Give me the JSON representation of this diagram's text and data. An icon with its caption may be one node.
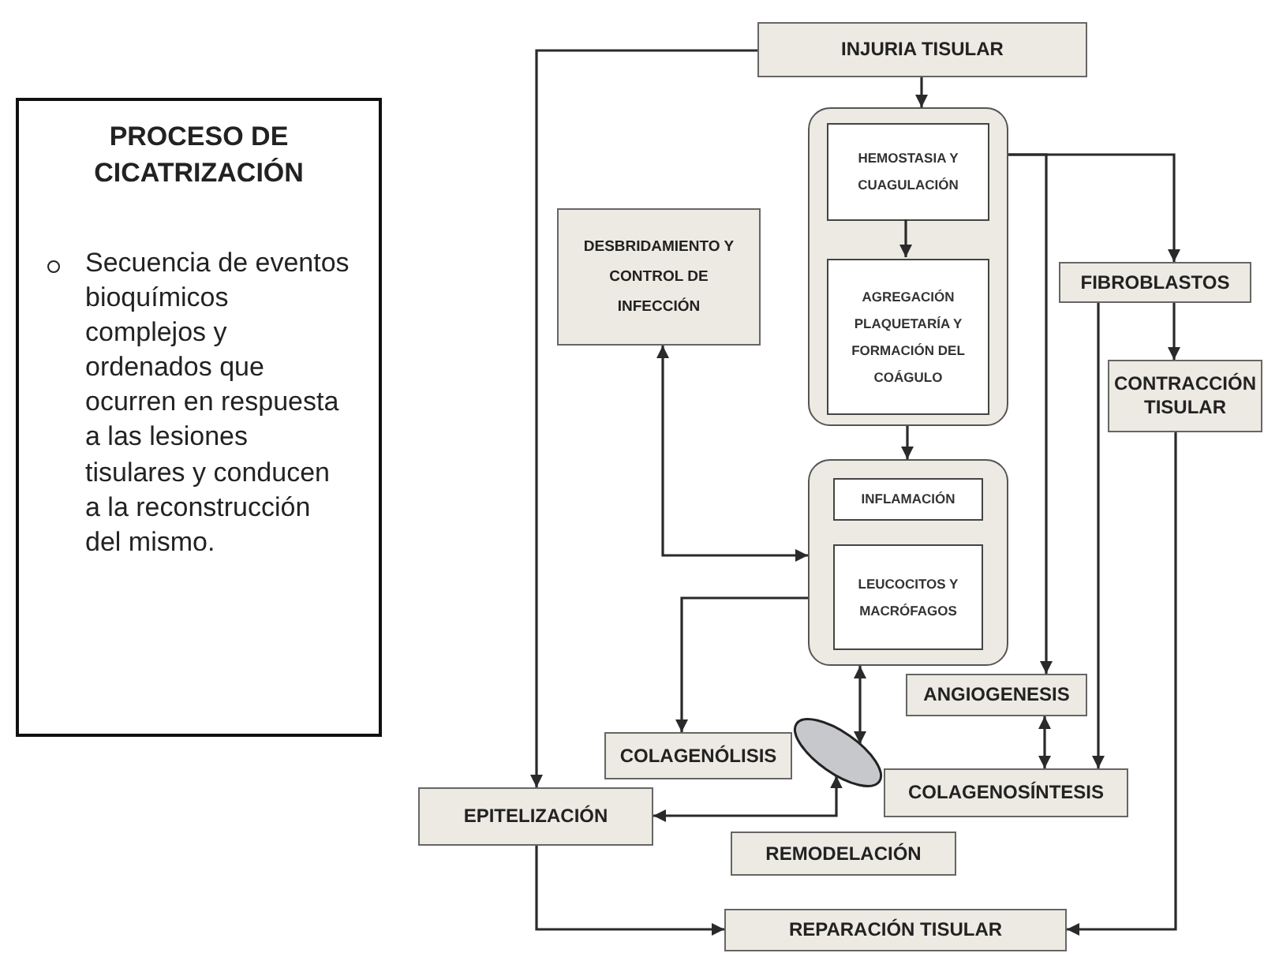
{
  "diagram": {
    "nodes": [
      {
        "text": [
          "PROCESO DE CICATRIZACIÓN",
          "Secuencia de eventos bioquímicos complejos y ordenados que ocurren en respuesta a las lesiones tisulares y conducen a la reconstrucción del mismo."
        ]
      },
      {
        "text": [
          "INJURIA TISULAR"
        ]
      },
      {
        "text": [],
        "shape": "box"
      },
      {
        "text": [
          "HEMOSTASIA Y CUAGULACIÓN"
        ],
        "in": 2
      },
      {
        "text": [
          "AGREGACIÓN PLAQUETARÍA Y FORMACIÓN DEL COÁGULO"
        ],
        "in": 2
      },
      {
        "text": [
          "DESBRIDAMIENTO Y CONTROL DE INFECCIÓN"
        ]
      },
      {
        "text": [
          "FIBROBLASTOS"
        ]
      },
      {
        "text": [
          "CONTRACCIÓN TISULAR"
        ]
      },
      {
        "text": [],
        "shape": "box"
      },
      {
        "text": [
          "INFLAMACIÓN"
        ],
        "in": 8
      },
      {
        "text": [
          "LEUCOCITOS Y MACRÓFAGOS"
        ],
        "in": 8
      },
      {
        "text": [
          "ANGIOGENESIS"
        ]
      },
      {
        "text": [],
        "shape": "ellipse"
      },
      {
        "text": [
          "COLAGENÓLISIS"
        ]
      },
      {
        "text": [
          "COLAGENOSÍNTESIS"
        ]
      },
      {
        "text": [
          "EPITELIZACIÓN"
        ]
      },
      {
        "text": [
          "REMODELACIÓN"
        ]
      },
      {
        "text": [
          "REPARACIÓN TISULAR"
        ]
      }
    ],
    "edges": [
      {
        "from": 1,
        "to": 2,
        "arrow": "to"
      },
      {
        "from": 3,
        "to": 4,
        "arrow": "to"
      },
      {
        "from": 2,
        "to": 8,
        "arrow": "to"
      },
      {
        "from": 1,
        "to": 15,
        "arrow": "to"
      },
      {
        "from": 2,
        "to": 6,
        "arrow": "to"
      },
      {
        "from": 2,
        "to": 11,
        "arrow": "to"
      },
      {
        "from": 6,
        "to": 7,
        "arrow": "to"
      },
      {
        "from": 6,
        "to": 14,
        "arrow": "to"
      },
      {
        "from": 7,
        "to": 17,
        "arrow": "to"
      },
      {
        "from": 8,
        "to": 5,
        "arrow": "both"
      },
      {
        "from": 8,
        "to": 13,
        "arrow": "to"
      },
      {
        "from": 8,
        "to": 12,
        "arrow": "both"
      },
      {
        "from": 11,
        "to": 14,
        "arrow": "both"
      },
      {
        "from": 15,
        "to": 12,
        "arrow": "both"
      },
      {
        "from": 15,
        "to": 17,
        "arrow": "to"
      }
    ]
  }
}
